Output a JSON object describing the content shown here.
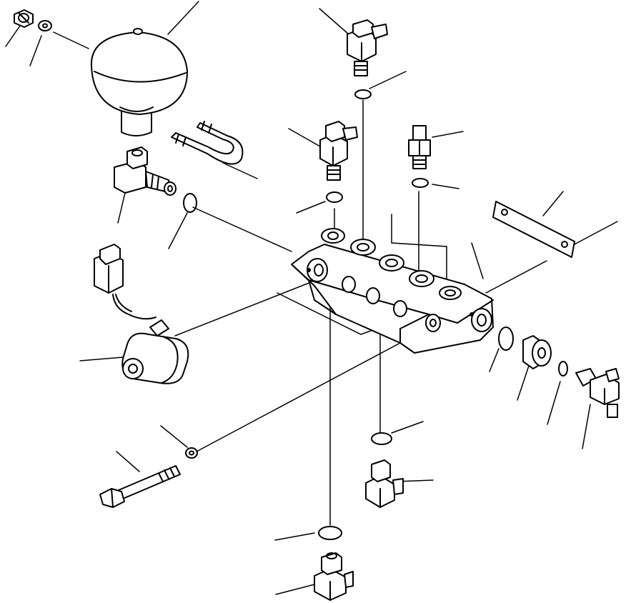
{
  "diagram": {
    "background": "#ffffff",
    "ink": "#000000",
    "parts": [
      "accumulator",
      "accumulator-nut",
      "accumulator-washer",
      "u-bracket",
      "gasket-plate",
      "valve-block",
      "solenoid-valve",
      "right-angle-fitting",
      "mounting-bolt",
      "o-rings",
      "sensor-switches"
    ]
  }
}
